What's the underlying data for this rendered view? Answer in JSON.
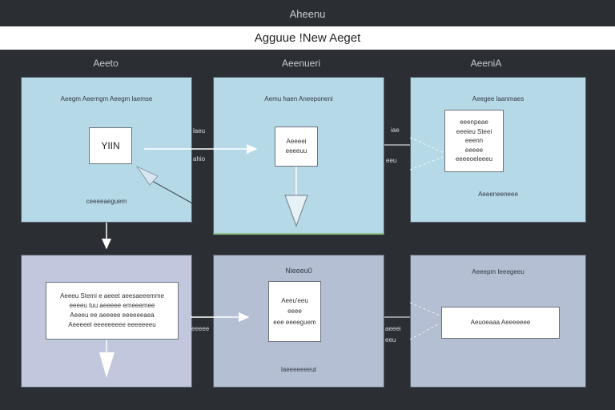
{
  "header": {
    "top_label": "Aheenu",
    "banner_title": "Agguue !New Aeget"
  },
  "columns": [
    {
      "title": "Aeeto"
    },
    {
      "title": "Aeenueri"
    },
    {
      "title": "AeeniA"
    }
  ],
  "panels": {
    "a1": {
      "heading": "Aeegm Aeerngm Aeegm laemse",
      "box_text": "YIIN",
      "footer": "ceeeeaeguem"
    },
    "b1": {
      "heading": "Aemu haen Aneeponeni",
      "box_lines": [
        "Aeeeei",
        "eeeeuu"
      ]
    },
    "c1": {
      "heading": "Aeegee laanmaes",
      "box_lines": [
        "eeenpeae",
        "eeeieu Steei",
        "eeenn",
        "eeeee",
        "eeeeoeleeeu"
      ],
      "footer": "Aeeeneeneee"
    },
    "a2": {
      "box_lines": [
        "Aeeeu Stemi e aeeet aeesaeeemme",
        "eeeeu tuu aeeeee emeeemee",
        "Aeeeu ee aeeeee eeeeeeaea",
        "Aeeeeel eeeeeeeee eeeeeeeu"
      ]
    },
    "b2": {
      "heading": "Nieeeu0",
      "box_lines": [
        "Aeeu'eeu",
        "eeee",
        "eee eeeeguem"
      ],
      "footer": "laeeeeeeeut"
    },
    "c2": {
      "heading": "Aeeepm Ieeegeeu",
      "box_text": "Aeuoeaaa Aeeeeeee"
    }
  },
  "flow_labels": {
    "ab_upper": "laeu",
    "ab_lower": "ahio",
    "bc_upper": "iae",
    "bc_lower": "eeu",
    "ab2": "eeeee",
    "bc2_upper": "aeeei",
    "bc2_lower": "eeu"
  },
  "colors": {
    "background": "#2b2e33",
    "panel_blue": "#b6d9e8",
    "panel_grey": "#b5bfd3",
    "arrow": "#ffffff"
  }
}
